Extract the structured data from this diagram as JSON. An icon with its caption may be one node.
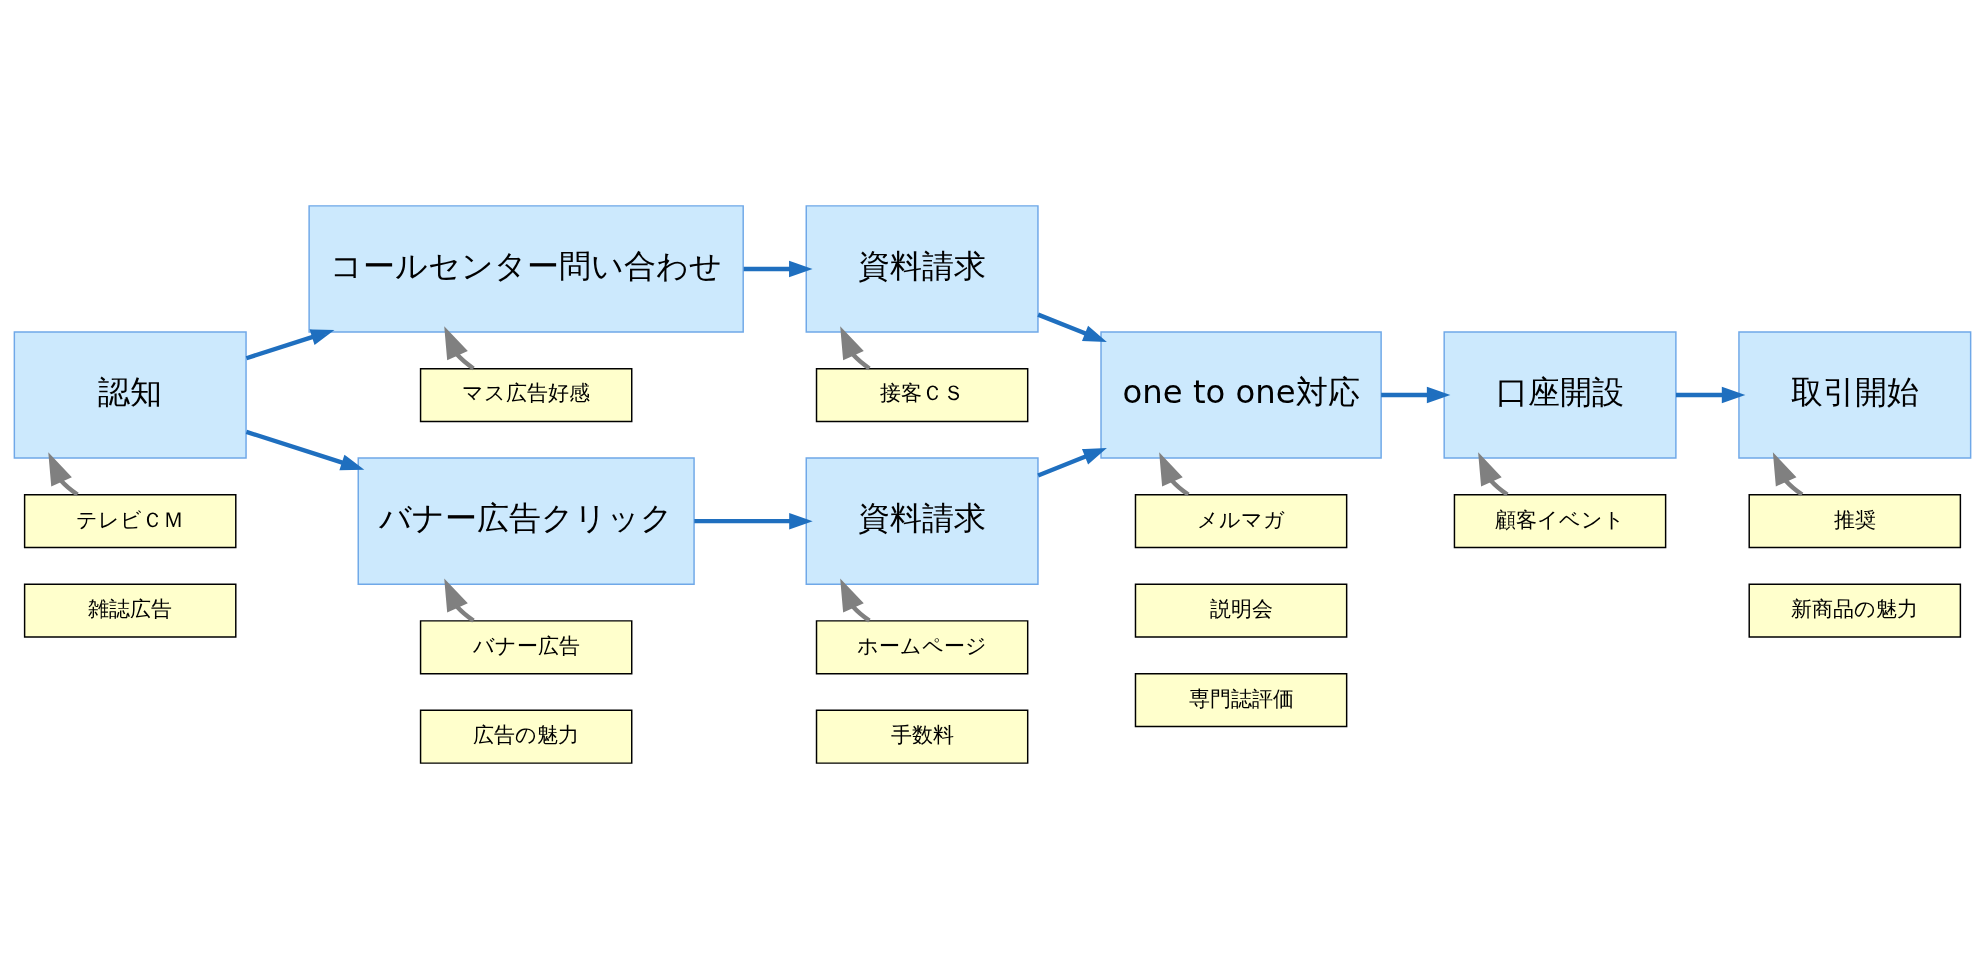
{
  "diagram": {
    "nodes": [
      {
        "text": [
          "認知"
        ]
      },
      {
        "text": [
          "テレビＣＭ"
        ]
      },
      {
        "text": [
          "雑誌広告"
        ]
      },
      {
        "text": [
          "コールセンター問い合わせ"
        ]
      },
      {
        "text": [
          "マス広告好感"
        ]
      },
      {
        "text": [
          "資料請求"
        ]
      },
      {
        "text": [
          "接客ＣＳ"
        ]
      },
      {
        "text": [
          "バナー広告クリック"
        ]
      },
      {
        "text": [
          "バナー広告"
        ]
      },
      {
        "text": [
          "広告の魅力"
        ]
      },
      {
        "text": [
          "資料請求"
        ]
      },
      {
        "text": [
          "ホームページ"
        ]
      },
      {
        "text": [
          "手数料"
        ]
      },
      {
        "text": [
          "one to one対応"
        ]
      },
      {
        "text": [
          "メルマガ"
        ]
      },
      {
        "text": [
          "説明会"
        ]
      },
      {
        "text": [
          "専門誌評価"
        ]
      },
      {
        "text": [
          "口座開設"
        ]
      },
      {
        "text": [
          "顧客イベント"
        ]
      },
      {
        "text": [
          "取引開始"
        ]
      },
      {
        "text": [
          "推奨"
        ]
      },
      {
        "text": [
          "新商品の魅力"
        ]
      }
    ],
    "edges": [
      {
        "from": 0,
        "to": 3,
        "arrow": "to"
      },
      {
        "from": 0,
        "to": 7,
        "arrow": "to"
      },
      {
        "from": 3,
        "to": 5,
        "arrow": "to"
      },
      {
        "from": 7,
        "to": 10,
        "arrow": "to"
      },
      {
        "from": 5,
        "to": 13,
        "arrow": "to"
      },
      {
        "from": 10,
        "to": 13,
        "arrow": "to"
      },
      {
        "from": 13,
        "to": 17,
        "arrow": "to"
      },
      {
        "from": 17,
        "to": 19,
        "arrow": "to"
      },
      {
        "from": 1,
        "to": 0,
        "arrow": "to",
        "color": "#808080"
      },
      {
        "from": 4,
        "to": 3,
        "arrow": "to",
        "color": "#808080"
      },
      {
        "from": 6,
        "to": 5,
        "arrow": "to",
        "color": "#808080"
      },
      {
        "from": 8,
        "to": 7,
        "arrow": "to",
        "color": "#808080"
      },
      {
        "from": 11,
        "to": 10,
        "arrow": "to",
        "color": "#808080"
      },
      {
        "from": 14,
        "to": 13,
        "arrow": "to",
        "color": "#808080"
      },
      {
        "from": 18,
        "to": 17,
        "arrow": "to",
        "color": "#808080"
      },
      {
        "from": 20,
        "to": 19,
        "arrow": "to",
        "color": "#808080"
      }
    ]
  }
}
